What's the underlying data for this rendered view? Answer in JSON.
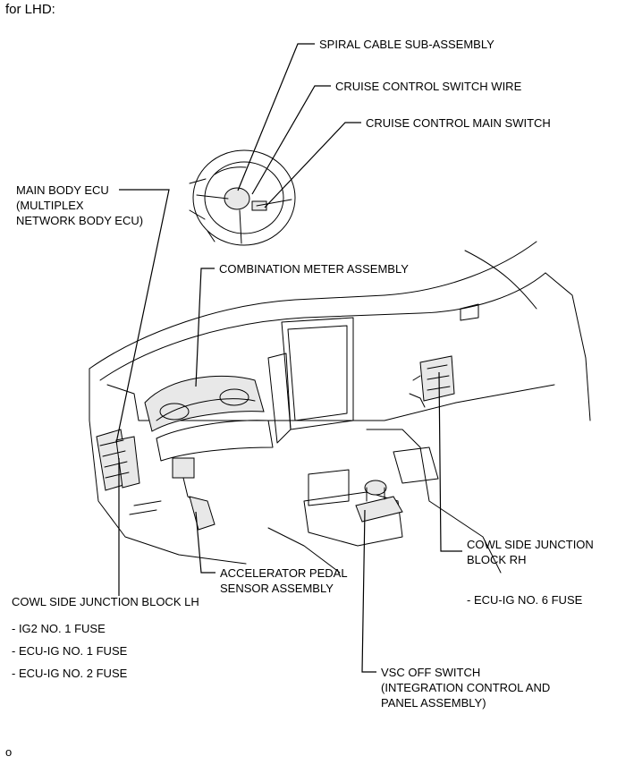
{
  "heading": "for LHD:",
  "labels": {
    "spiral_cable": "SPIRAL CABLE SUB-ASSEMBLY",
    "cruise_wire": "CRUISE CONTROL SWITCH WIRE",
    "cruise_main": "CRUISE CONTROL MAIN SWITCH",
    "main_body_ecu": [
      "MAIN BODY ECU",
      "(MULTIPLEX",
      "NETWORK BODY ECU)"
    ],
    "combination_meter": "COMBINATION METER ASSEMBLY",
    "cowl_rh": [
      "COWL SIDE JUNCTION",
      "BLOCK RH"
    ],
    "cowl_rh_fuses": [
      "- ECU-IG NO. 6 FUSE"
    ],
    "accelerator": [
      "ACCELERATOR PEDAL",
      "SENSOR ASSEMBLY"
    ],
    "cowl_lh": "COWL SIDE JUNCTION BLOCK LH",
    "cowl_lh_fuses": [
      "- IG2 NO. 1 FUSE",
      "- ECU-IG NO. 1 FUSE",
      "- ECU-IG NO. 2 FUSE"
    ],
    "vsc_off": [
      "VSC OFF SWITCH",
      "(INTEGRATION CONTROL AND",
      "PANEL ASSEMBLY)"
    ]
  },
  "footer_mark": "o"
}
